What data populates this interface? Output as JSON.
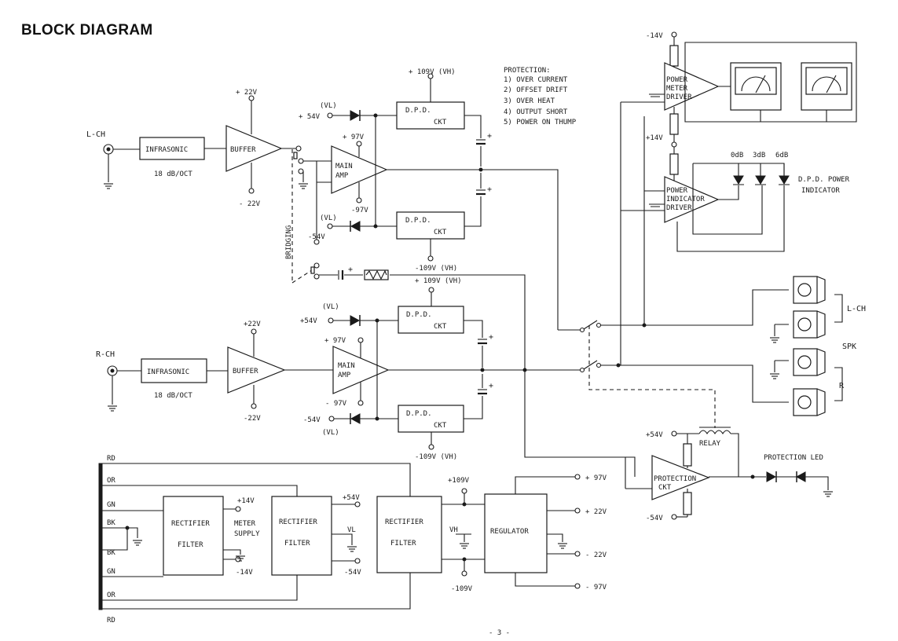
{
  "title": "BLOCK DIAGRAM",
  "protection": {
    "heading": "PROTECTION:",
    "items": [
      "1) OVER  CURRENT",
      "2) OFFSET  DRIFT",
      "3) OVER  HEAT",
      "4) OUTPUT  SHORT",
      "5) POWER  ON THUMP"
    ]
  },
  "labels": {
    "lch": "L-CH",
    "rch": "R-CH",
    "infrasonic": "INFRASONIC",
    "slope": "18 dB/OCT",
    "buffer": "BUFFER",
    "main_amp_1": "MAIN",
    "main_amp_2": "AMP",
    "dpd": "D.P.D.",
    "ckt": "CKT",
    "bridging": "BRIDGING",
    "v_p22": "+ 22V",
    "v_m22": "- 22V",
    "v_p22b": "+22V",
    "v_m22b": "-22V",
    "v_p97": "+ 97V",
    "v_m97": "-97V",
    "v_m97b": "- 97V",
    "v_p54": "+ 54V",
    "v_p54b": "+54V",
    "v_m54": "-54V",
    "v_m54b": "-54V",
    "vl": "(VL)",
    "v_p109": "+ 109V  (VH)",
    "v_m109": "-109V  (VH)",
    "pm_1": "POWER",
    "pm_2": "METER",
    "pm_3": "DRIVER",
    "pi_1": "POWER",
    "pi_2": "INDICATOR",
    "pi_3": "DRIVER",
    "db0": "0dB",
    "db3": "3dB",
    "db6": "6dB",
    "dpd_pi_1": "D.P.D. POWER",
    "dpd_pi_2": "INDICATOR",
    "v_m14": "-14V",
    "v_p14": "+14V",
    "spk_l": "L-CH",
    "spk": "SPK",
    "spk_r": "R",
    "relay": "RELAY",
    "prot_1": "PROTECTION",
    "prot_2": "CKT",
    "prot_led": "PROTECTION  LED",
    "v_p54r": "+54V",
    "v_m54r": "-54V",
    "rd": "RD",
    "or": "OR",
    "gn": "GN",
    "bk": "BK",
    "rect": "RECTIFIER",
    "filter": "FILTER",
    "p14": "+14V",
    "m14": "-14V",
    "meter": "METER",
    "supply": "SUPPLY",
    "p54": "+54V",
    "vl2": "VL",
    "m54": "-54V",
    "p109": "+109V",
    "vh": "VH",
    "m109": "-109V",
    "regulator": "REGULATOR",
    "o97": "+ 97V",
    "o22": "+ 22V",
    "om22": "- 22V",
    "om97": "- 97V",
    "page": "- 3 -"
  }
}
